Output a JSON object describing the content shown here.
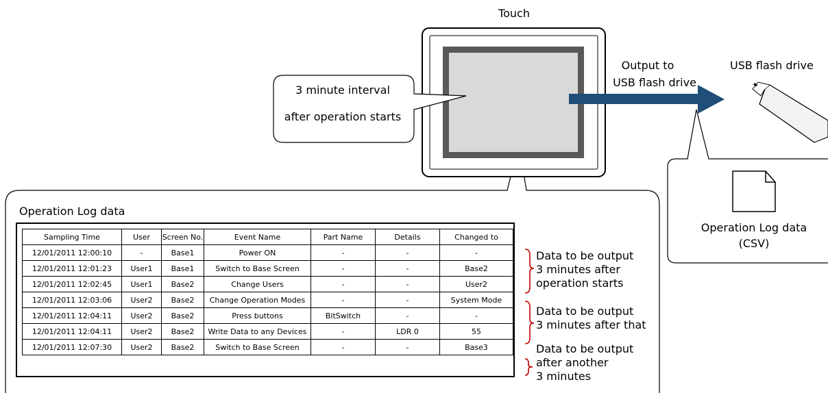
{
  "device": {
    "label": "Touch",
    "callout_line1": "3 minute interval",
    "callout_line2": "after operation starts"
  },
  "output": {
    "line1": "Output to",
    "line2": "USB flash drive"
  },
  "usb": {
    "label": "USB flash drive",
    "icon": "usb-flash-drive-icon"
  },
  "csv_file": {
    "icon": "document-icon",
    "line1": "Operation Log data",
    "line2": "(CSV)"
  },
  "log": {
    "title": "Operation Log data",
    "columns": [
      "Sampling Time",
      "User",
      "Screen No.",
      "Event Name",
      "Part Name",
      "Details",
      "Changed to"
    ],
    "rows": [
      [
        "12/01/2011 12:00:10",
        "-",
        "Base1",
        "Power ON",
        "-",
        "-",
        "-"
      ],
      [
        "12/01/2011 12:01:23",
        "User1",
        "Base1",
        "Switch to Base Screen",
        "-",
        "-",
        "Base2"
      ],
      [
        "12/01/2011 12:02:45",
        "User1",
        "Base2",
        "Change Users",
        "-",
        "-",
        "User2"
      ],
      [
        "12/01/2011 12:03:06",
        "User2",
        "Base2",
        "Change Operation Modes",
        "-",
        "-",
        "System Mode"
      ],
      [
        "12/01/2011 12:04:11",
        "User2",
        "Base2",
        "Press buttons",
        "BitSwitch",
        "-",
        "-"
      ],
      [
        "12/01/2011 12:04:11",
        "User2",
        "Base2",
        "Write Data to any Devices",
        "-",
        "LDR 0",
        "55"
      ],
      [
        "12/01/2011 12:07:30",
        "User2",
        "Base2",
        "Switch to Base Screen",
        "-",
        "-",
        "Base3"
      ]
    ]
  },
  "groups": [
    {
      "line1": "Data to be output",
      "line2": "3 minutes after",
      "line3": "operation starts"
    },
    {
      "line1": "Data to be output",
      "line2": "3 minutes after that"
    },
    {
      "line1": "Data to be output",
      "line2": "after another",
      "line3": "3 minutes"
    }
  ],
  "colors": {
    "arrow": "#1f4e79",
    "bracket": "#c00000",
    "screen": "#d9d9d9",
    "bezel": "#595959"
  }
}
